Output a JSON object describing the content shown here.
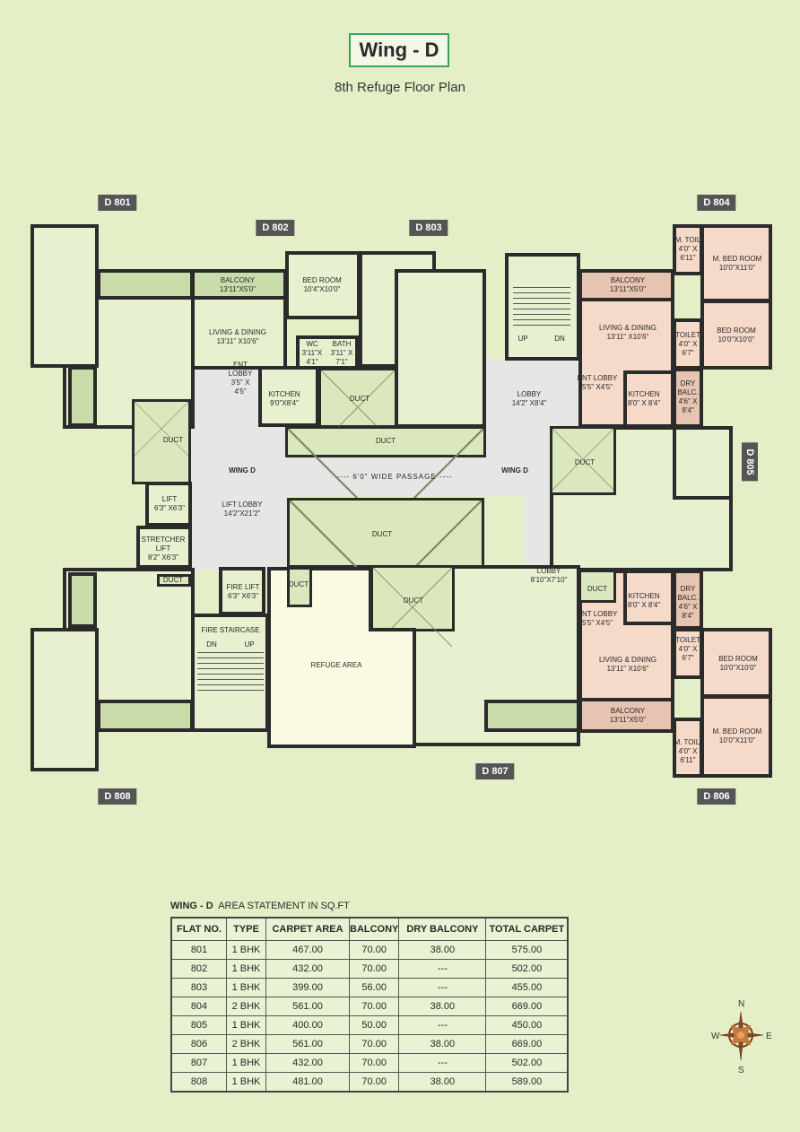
{
  "header": {
    "title": "Wing - D",
    "subtitle": "8th Refuge Floor Plan"
  },
  "unit_tags": [
    "D 801",
    "D 802",
    "D 803",
    "D 804",
    "D 805",
    "D 806",
    "D 807",
    "D 808"
  ],
  "rooms": {
    "r802_balcony": [
      "BALCONY",
      "13'11\"X5'0\""
    ],
    "r802_living": [
      "LIVING & DINING",
      "13'11\" X10'6\""
    ],
    "r802_bed": [
      "BED ROOM",
      "10'4\"X10'0\""
    ],
    "r802_wc": [
      "WC",
      "3'11\"X",
      "4'1\""
    ],
    "r802_bath": [
      "BATH",
      "3'11\" X",
      "7'1\""
    ],
    "r802_entlobby": [
      "ENT",
      "LOBBY",
      "3'5\" X",
      "4'5\""
    ],
    "r802_kitchen": [
      "KITCHEN",
      "9'0\"X8'4\""
    ],
    "lobby_top": [
      "LOBBY",
      "14'2\" X8'4\""
    ],
    "stair_up": "UP",
    "stair_dn": "DN",
    "r804_balcony": [
      "BALCONY",
      "13'11\"X5'0\""
    ],
    "r804_living": [
      "LIVING & DINING",
      "13'11\" X10'6\""
    ],
    "r804_mtoil": [
      "M. TOIL",
      "4'0\" X",
      "6'11\""
    ],
    "r804_mbed": [
      "M. BED ROOM",
      "10'0\"X11'0\""
    ],
    "r804_bed": [
      "BED ROOM",
      "10'0\"X10'0\""
    ],
    "r804_toilet": [
      "TOILET",
      "4'0\" X",
      "6'7\""
    ],
    "r804_drybalc": [
      "DRY",
      "BALC.",
      "4'6\" X",
      "8'4\""
    ],
    "r804_kitchen": [
      "KITCHEN",
      "8'0\" X 8'4\""
    ],
    "r804_entlobby": [
      "ENT LOBBY",
      "5'5\" X4'5\""
    ],
    "duct": "DUCT",
    "wing_d": "WING D",
    "passage": "---- 6'0\" WIDE PASSAGE ----",
    "lift": [
      "LIFT",
      "6'3\" X6'3\""
    ],
    "lift_lobby": [
      "LIFT LOBBY",
      "14'2\"X21'2\""
    ],
    "stretcher_lift": [
      "STRETCHER",
      "LIFT",
      "8'2\" X6'3\""
    ],
    "fire_lift": [
      "FIRE LIFT",
      "6'3\" X6'3\""
    ],
    "fire_staircase": "FIRE STAIRCASE",
    "refuge": "REFUGE AREA",
    "lobby_bottom": [
      "LOBBY",
      "8'10\"X7'10\""
    ],
    "r806_kitchen": [
      "KITCHEN",
      "8'0\" X 8'4\""
    ],
    "r806_drybalc": [
      "DRY",
      "BALC.",
      "4'6\" X",
      "8'4\""
    ],
    "r806_entlobby": [
      "ENT LOBBY",
      "5'5\" X4'5\""
    ],
    "r806_toilet": [
      "TOILET",
      "4'0\" X",
      "6'7\""
    ],
    "r806_bed": [
      "BED ROOM",
      "10'0\"X10'0\""
    ],
    "r806_living": [
      "LIVING & DINING",
      "13'11\" X10'6\""
    ],
    "r806_balcony": [
      "BALCONY",
      "13'11\"X5'0\""
    ],
    "r806_mbed": [
      "M. BED ROOM",
      "10'0\"X11'0\""
    ],
    "r806_mtoil": [
      "M. TOIL.",
      "4'0\" X",
      "6'11\""
    ]
  },
  "area_statement": {
    "caption_bold": "WING - D",
    "caption": "AREA STATEMENT IN SQ.FT",
    "columns": [
      "FLAT NO.",
      "TYPE",
      "CARPET AREA",
      "BALCONY",
      "DRY BALCONY",
      "TOTAL CARPET"
    ],
    "rows": [
      [
        "801",
        "1 BHK",
        "467.00",
        "70.00",
        "38.00",
        "575.00"
      ],
      [
        "802",
        "1 BHK",
        "432.00",
        "70.00",
        "---",
        "502.00"
      ],
      [
        "803",
        "1 BHK",
        "399.00",
        "56.00",
        "---",
        "455.00"
      ],
      [
        "804",
        "2 BHK",
        "561.00",
        "70.00",
        "38.00",
        "669.00"
      ],
      [
        "805",
        "1 BHK",
        "400.00",
        "50.00",
        "---",
        "450.00"
      ],
      [
        "806",
        "2 BHK",
        "561.00",
        "70.00",
        "38.00",
        "669.00"
      ],
      [
        "807",
        "1 BHK",
        "432.00",
        "70.00",
        "---",
        "502.00"
      ],
      [
        "808",
        "1 BHK",
        "481.00",
        "70.00",
        "38.00",
        "589.00"
      ]
    ]
  },
  "compass": {
    "n": "N",
    "s": "S",
    "e": "E",
    "w": "W",
    "icon": "compass-rose-icon"
  },
  "colors": {
    "background": "#e4efc8",
    "title_border": "#3aa35a",
    "wall": "#2b2b2b",
    "unit_green": "#e7f0cf",
    "unit_pink": "#f5d9c9",
    "passage": "#e6e7e4"
  }
}
